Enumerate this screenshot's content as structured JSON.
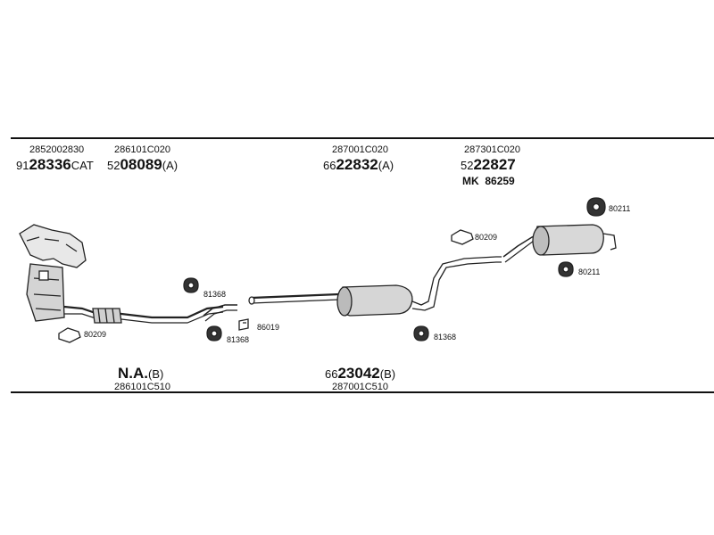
{
  "col1": {
    "code": "2852002830",
    "prefix": "91",
    "number": "28336",
    "suffix": "CAT"
  },
  "col2": {
    "code": "286101C020",
    "prefix": "52",
    "number": "08089",
    "suffix": "(A)"
  },
  "col3": {
    "code": "287001C020",
    "prefix": "66",
    "number": "22832",
    "suffix": "(A)"
  },
  "col4": {
    "code": "287301C020",
    "prefix": "52",
    "number": "22827",
    "suffix": "",
    "extra_prefix": "MK",
    "extra_number": "86259"
  },
  "bottom1": {
    "number": "N.A.",
    "suffix": "(B)",
    "code": "286101C510"
  },
  "bottom2": {
    "prefix": "66",
    "number": "23042",
    "suffix": "(B)",
    "code": "287001C510"
  },
  "parts": {
    "p80209_left": "80209",
    "p81368_top": "81368",
    "p81368_bottom": "81368",
    "p86019": "86019",
    "p81368_mid": "81368",
    "p80209_right": "80209",
    "p80211_top": "80211",
    "p80211_bottom": "80211"
  }
}
